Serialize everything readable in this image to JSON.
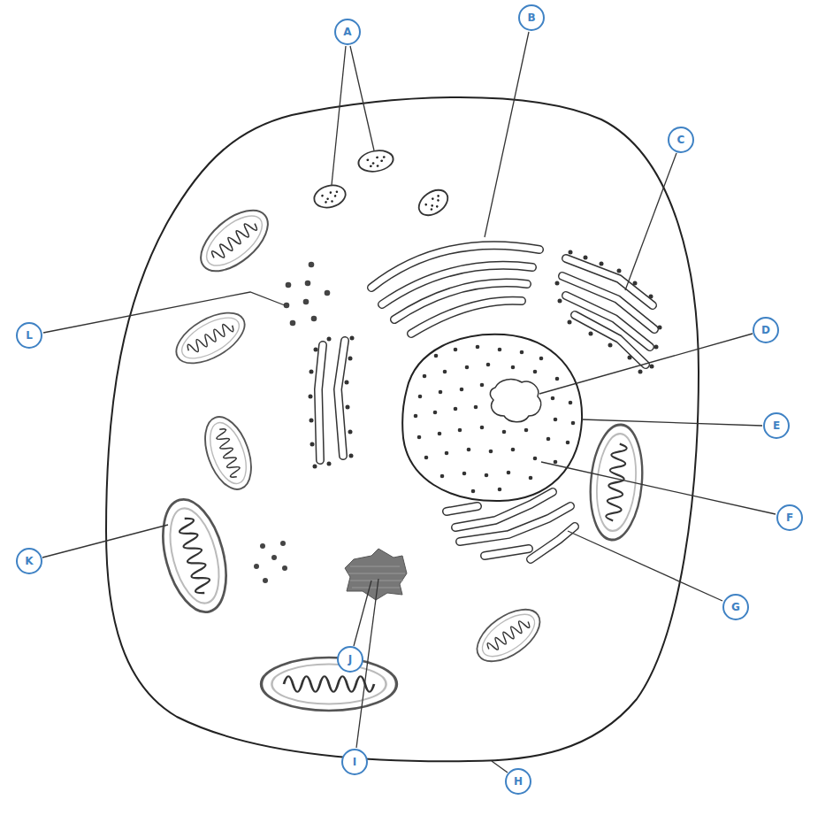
{
  "diagram": {
    "nodes": [
      {
        "text": [
          "A"
        ]
      },
      {
        "text": [
          "B"
        ]
      },
      {
        "text": [
          "C"
        ]
      },
      {
        "text": [
          "D"
        ]
      },
      {
        "text": [
          "E"
        ]
      },
      {
        "text": [
          "F"
        ]
      },
      {
        "text": [
          "G"
        ]
      },
      {
        "text": [
          "H"
        ]
      },
      {
        "text": [
          "I"
        ]
      },
      {
        "text": [
          "J"
        ]
      },
      {
        "text": [
          "K"
        ]
      },
      {
        "text": [
          "L"
        ]
      }
    ]
  }
}
